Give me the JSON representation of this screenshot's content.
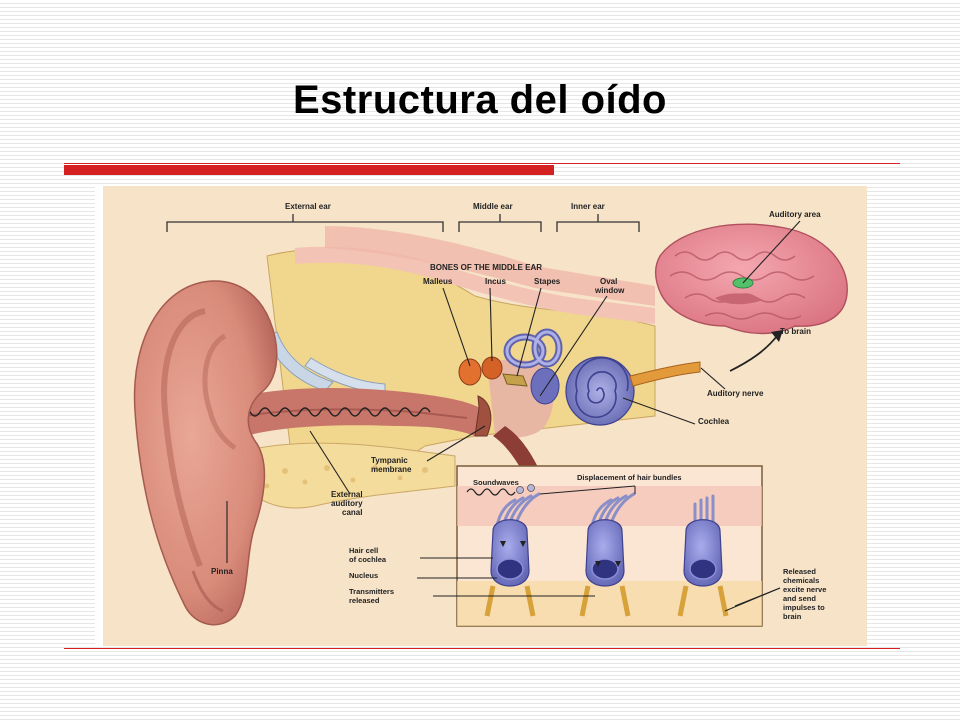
{
  "slide": {
    "title": "Estructura del oído"
  },
  "diagram": {
    "sections": {
      "external": "External ear",
      "middle": "Middle ear",
      "inner": "Inner ear"
    },
    "bones_heading": "BONES OF THE MIDDLE EAR",
    "bones": {
      "malleus": "Malleus",
      "incus": "Incus",
      "stapes": "Stapes",
      "oval_window_1": "Oval",
      "oval_window_2": "window"
    },
    "labels": {
      "auditory_area": "Auditory area",
      "to_brain": "To brain",
      "auditory_nerve": "Auditory nerve",
      "cochlea": "Cochlea",
      "tympanic_1": "Tympanic",
      "tympanic_2": "membrane",
      "canal_1": "External",
      "canal_2": "auditory",
      "canal_3": "canal",
      "pinna": "Pinna"
    },
    "inset": {
      "soundwaves": "Soundwaves",
      "displacement": "Displacement of hair bundles",
      "hair_cell_1": "Hair cell",
      "hair_cell_2": "of cochlea",
      "nucleus": "Nucleus",
      "transmitters_1": "Transmitters",
      "transmitters_2": "released",
      "released_1": "Released",
      "released_2": "chemicals",
      "released_3": "excite nerve",
      "released_4": "and send",
      "released_5": "impulses to",
      "released_6": "brain"
    },
    "colors": {
      "background": "#f6e3c8",
      "skin": "#e7a48f",
      "skin_dark": "#b85e52",
      "bone": "#f1d68e",
      "brain": "#ea8a96",
      "cochlea": "#7d82c8",
      "inset_bg": "#fbe6d4",
      "nerve": "#d8a23a",
      "accent_red": "#d42020"
    }
  }
}
